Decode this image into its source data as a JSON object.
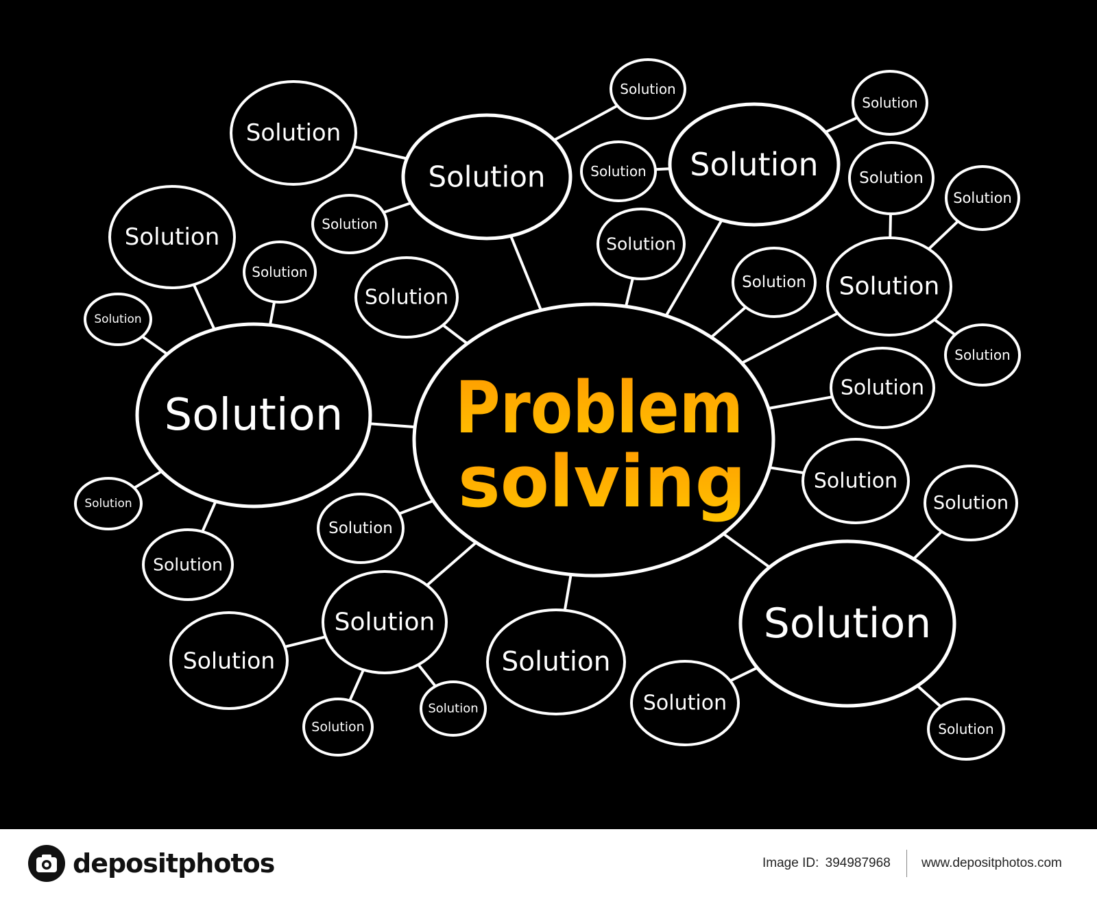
{
  "diagram": {
    "central_topic": {
      "line1": "Problem",
      "line2": "solving",
      "gradient_start": "#ff9a00",
      "gradient_end": "#ffc400"
    },
    "outline_color": "#ffffff",
    "background_color": "#000000",
    "node_label": "Solution",
    "watermark_text": "depositphotos"
  },
  "footer": {
    "brand": "depositphotos",
    "image_id_label": "Image ID:",
    "image_id": "394987968",
    "url": "www.depositphotos.com"
  }
}
